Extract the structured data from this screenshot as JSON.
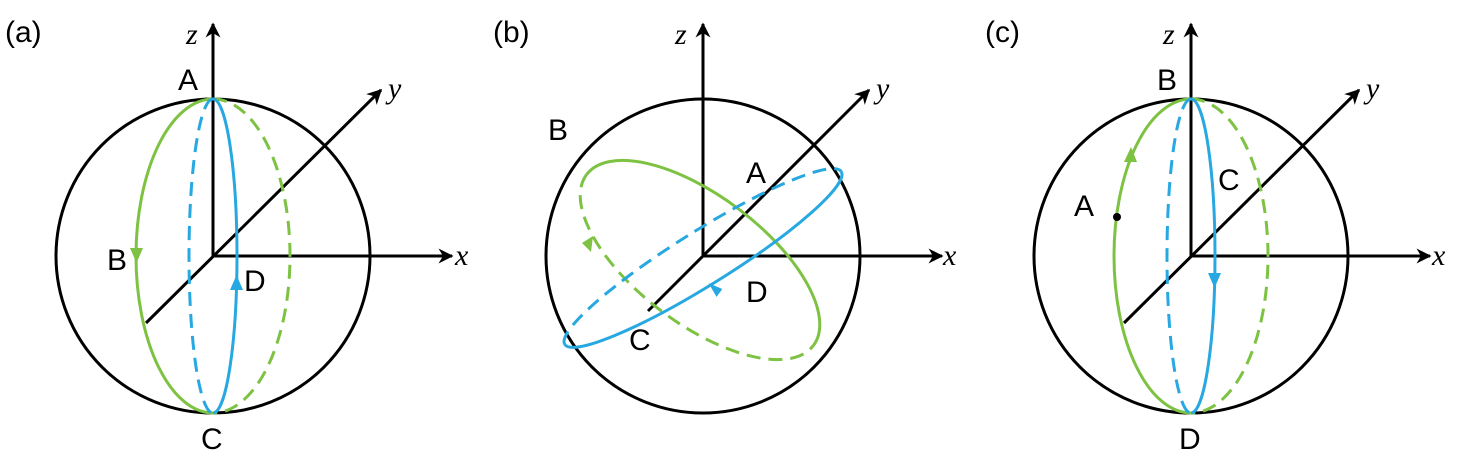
{
  "colors": {
    "axis": "#000000",
    "green": "#7dc242",
    "blue": "#27a8e0"
  },
  "panels": [
    {
      "tag": "(a)",
      "axes": {
        "x": "x",
        "y": "y",
        "z": "z"
      },
      "points": {
        "A": "A",
        "B": "B",
        "C": "C",
        "D": "D"
      }
    },
    {
      "tag": "(b)",
      "axes": {
        "x": "x",
        "y": "y",
        "z": "z"
      },
      "points": {
        "A": "A",
        "B": "B",
        "C": "C",
        "D": "D"
      }
    },
    {
      "tag": "(c)",
      "axes": {
        "x": "x",
        "y": "y",
        "z": "z"
      },
      "points": {
        "A": "A",
        "B": "B",
        "C": "C",
        "D": "D"
      }
    }
  ]
}
